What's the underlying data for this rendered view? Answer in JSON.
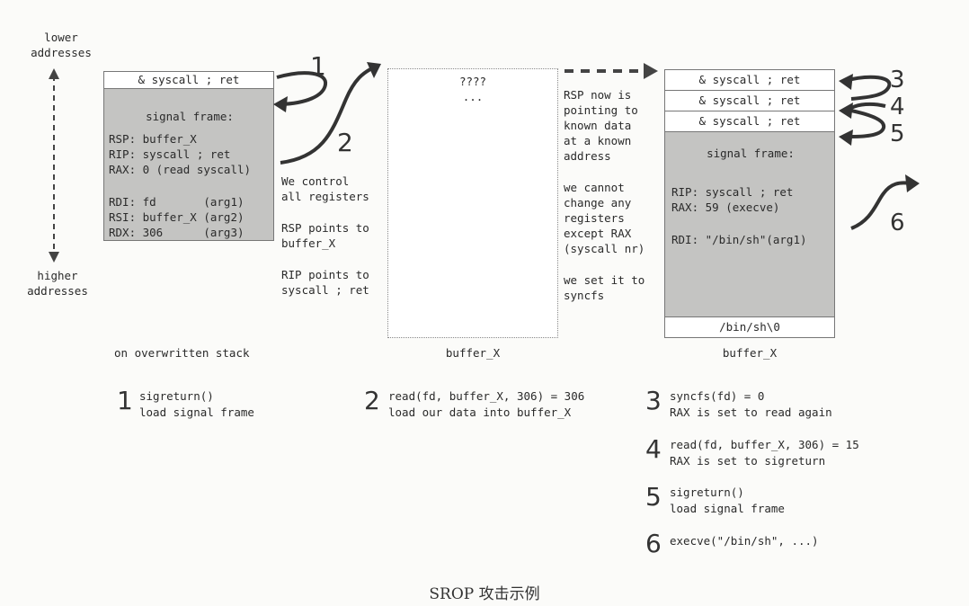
{
  "axis": {
    "lower": "lower addresses",
    "higher": "higher addresses"
  },
  "stack1": {
    "top": "& syscall ; ret",
    "frame_title": "signal frame:",
    "rsp": "RSP: buffer_X",
    "rip": "RIP: syscall ; ret",
    "rax": "RAX: 0 (read syscall)",
    "rdi": "RDI: fd       (arg1)",
    "rsi": "RSI: buffer_X (arg2)",
    "rdx": "RDX: 306      (arg3)",
    "label": "on overwritten stack"
  },
  "notes1": {
    "a1": "We control",
    "a2": "all registers",
    "b1": "RSP points to",
    "b2": "buffer_X",
    "c1": "RIP points to",
    "c2": "syscall ; ret"
  },
  "buffer1": {
    "q": "????",
    "dots": "...",
    "label": "buffer_X"
  },
  "notes2": {
    "a1": "RSP now is",
    "a2": "pointing to",
    "a3": "known data",
    "a4": "at a known",
    "a5": "address",
    "b1": "we cannot",
    "b2": "change any",
    "b3": "registers",
    "b4": "except RAX",
    "b5": "(syscall nr)",
    "c1": "we set it to",
    "c2": "syncfs"
  },
  "buffer2": {
    "r1": "& syscall ; ret",
    "r2": "& syscall ; ret",
    "r3": "& syscall ; ret",
    "frame_title": "signal frame:",
    "rip": "RIP: syscall ; ret",
    "rax": "RAX: 59 (execve)",
    "rdi": "RDI: \"/bin/sh\"(arg1)",
    "bottom": "/bin/sh\\0",
    "label": "buffer_X"
  },
  "arrow_numbers": [
    "1",
    "2",
    "3",
    "4",
    "5",
    "6"
  ],
  "steps": [
    {
      "n": "1",
      "l1": "sigreturn()",
      "l2": "load signal frame"
    },
    {
      "n": "2",
      "l1": "read(fd, buffer_X, 306) = 306",
      "l2": "load our data into buffer_X"
    },
    {
      "n": "3",
      "l1": "syncfs(fd) = 0",
      "l2": "RAX is set to read again"
    },
    {
      "n": "4",
      "l1": "read(fd, buffer_X, 306) = 15",
      "l2": "RAX is set to sigreturn"
    },
    {
      "n": "5",
      "l1": "sigreturn()",
      "l2": "load signal frame"
    },
    {
      "n": "6",
      "l1": "execve(\"/bin/sh\", ...)",
      "l2": ""
    }
  ],
  "caption": "SROP 攻击示例"
}
